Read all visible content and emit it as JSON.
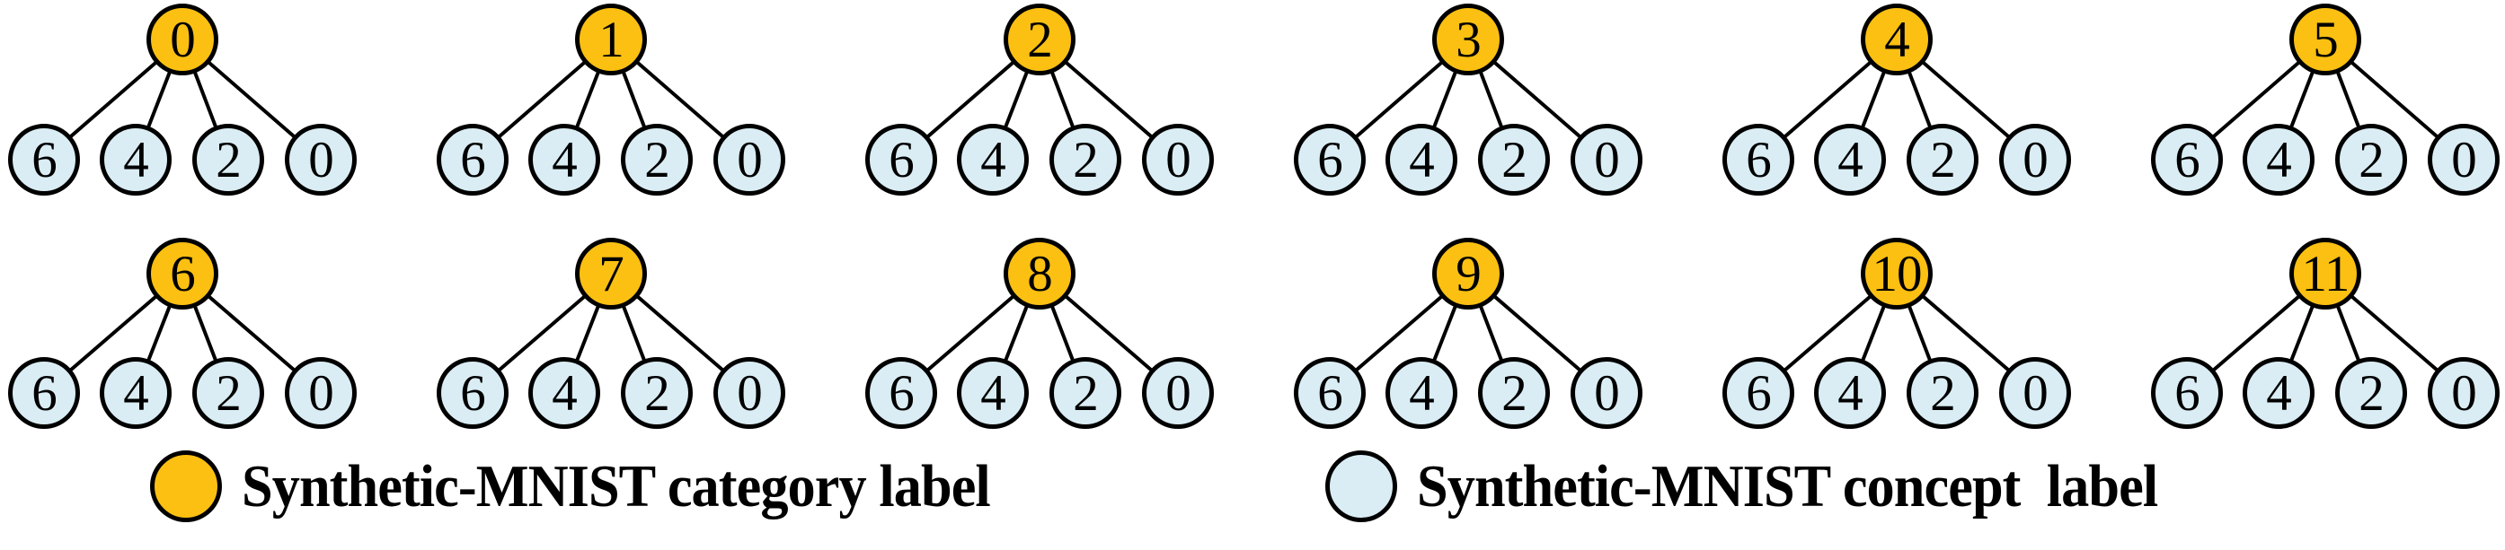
{
  "figure": {
    "description": "Synthetic-MNIST label hierarchy trees"
  },
  "colors": {
    "category_fill": "#FBC011",
    "concept_fill": "#DAEDF4",
    "outline": "#000000",
    "background": "#FFFFFF"
  },
  "trees": [
    {
      "root": "0",
      "children": [
        "6",
        "4",
        "2",
        "0"
      ]
    },
    {
      "root": "1",
      "children": [
        "6",
        "4",
        "2",
        "0"
      ]
    },
    {
      "root": "2",
      "children": [
        "6",
        "4",
        "2",
        "0"
      ]
    },
    {
      "root": "3",
      "children": [
        "6",
        "4",
        "2",
        "0"
      ]
    },
    {
      "root": "4",
      "children": [
        "6",
        "4",
        "2",
        "0"
      ]
    },
    {
      "root": "5",
      "children": [
        "6",
        "4",
        "2",
        "0"
      ]
    },
    {
      "root": "6",
      "children": [
        "6",
        "4",
        "2",
        "0"
      ]
    },
    {
      "root": "7",
      "children": [
        "6",
        "4",
        "2",
        "0"
      ]
    },
    {
      "root": "8",
      "children": [
        "6",
        "4",
        "2",
        "0"
      ]
    },
    {
      "root": "9",
      "children": [
        "6",
        "4",
        "2",
        "0"
      ]
    },
    {
      "root": "10",
      "children": [
        "6",
        "4",
        "2",
        "0"
      ]
    },
    {
      "root": "11",
      "children": [
        "6",
        "4",
        "2",
        "0"
      ]
    }
  ],
  "legend": [
    {
      "type": "category",
      "label": "Synthetic-MNIST category label"
    },
    {
      "type": "concept",
      "label": "Synthetic-MNIST concept  label"
    }
  ]
}
